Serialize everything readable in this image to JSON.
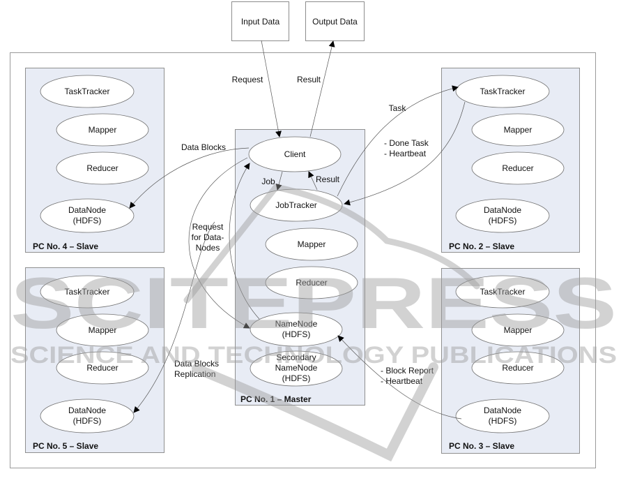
{
  "external": {
    "input": "Input Data",
    "output": "Output Data"
  },
  "panels": {
    "pc4": {
      "title": "PC No. 4 – Slave",
      "nodes": {
        "tasktracker": "TaskTracker",
        "mapper": "Mapper",
        "reducer": "Reducer",
        "datanode": [
          "DataNode",
          "(HDFS)"
        ]
      }
    },
    "pc5": {
      "title": "PC No. 5 – Slave",
      "nodes": {
        "tasktracker": "TaskTracker",
        "mapper": "Mapper",
        "reducer": "Reducer",
        "datanode": [
          "DataNode",
          "(HDFS)"
        ]
      }
    },
    "pc2": {
      "title": "PC No. 2 – Slave",
      "nodes": {
        "tasktracker": "TaskTracker",
        "mapper": "Mapper",
        "reducer": "Reducer",
        "datanode": [
          "DataNode",
          "(HDFS)"
        ]
      }
    },
    "pc3": {
      "title": "PC No. 3 – Slave",
      "nodes": {
        "tasktracker": "TaskTracker",
        "mapper": "Mapper",
        "reducer": "Reducer",
        "datanode": [
          "DataNode",
          "(HDFS)"
        ]
      }
    },
    "pc1": {
      "title": "PC No. 1 – Master",
      "nodes": {
        "client": "Client",
        "jobtracker": "JobTracker",
        "mapper": "Mapper",
        "reducer": "Reducer",
        "namenode": [
          "NameNode",
          "(HDFS)"
        ],
        "secondary": [
          "Secondary",
          "NameNode",
          "(HDFS)"
        ]
      }
    }
  },
  "edges": {
    "request": "Request",
    "result_top": "Result",
    "data_blocks": "Data Blocks",
    "job": "Job",
    "result_inner": "Result",
    "request_datanodes": [
      "Request",
      "for Data-",
      "Nodes"
    ],
    "task": "Task",
    "done_task": [
      "- Done Task",
      "- Heartbeat"
    ],
    "replication": [
      "Data Blocks",
      "Replication"
    ],
    "block_report": [
      "- Block Report",
      "- Heartbeat"
    ]
  },
  "watermark": {
    "main": "SCITEPRESS",
    "sub": "SCIENCE AND TECHNOLOGY PUBLICATIONS"
  },
  "colors": {
    "panel_fill": "#e8ecf5",
    "border": "#8f8f8f",
    "watermark": "#9c9c9c"
  }
}
